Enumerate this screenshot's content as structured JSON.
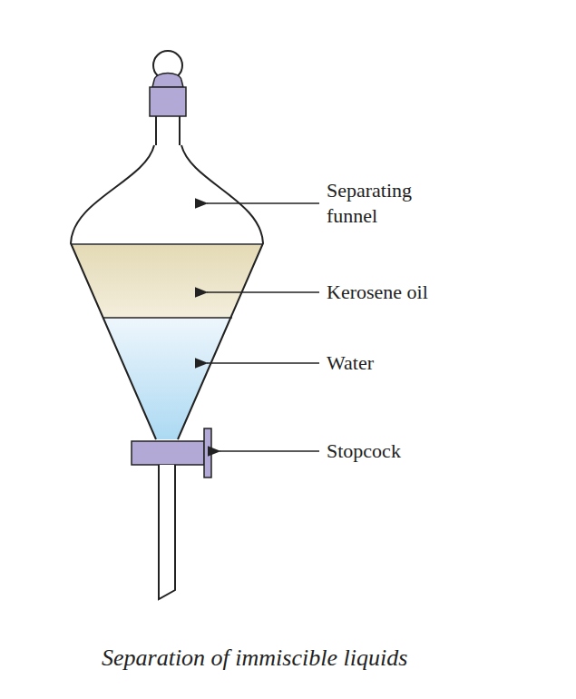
{
  "diagram": {
    "caption": "Separation of immiscible liquids",
    "labels": [
      "Separating funnel",
      "Kerosene oil",
      "Water",
      "Stopcock"
    ]
  }
}
